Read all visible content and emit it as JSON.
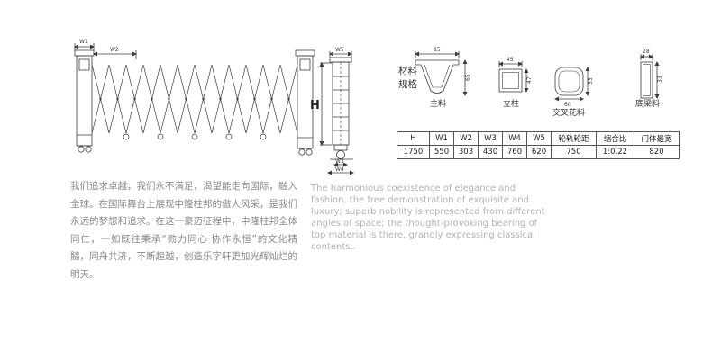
{
  "front_view": {
    "dim_w1": "W1",
    "dim_w2": "W2"
  },
  "side_view": {
    "dim_h": "H",
    "dim_w5": "W5",
    "dim_w3": "W3",
    "dim_w4": "W4"
  },
  "materials": {
    "section_title": "材料规格",
    "items": [
      {
        "label": "主料",
        "dim_top": "85",
        "dim_right": "65"
      },
      {
        "label": "立柱",
        "dim_top": "45",
        "dim_right": "47"
      },
      {
        "label": "交叉花料",
        "dim_bottom": "60",
        "dim_right": "53"
      },
      {
        "label": "底梁料",
        "dim_top": "28",
        "dim_right": "33"
      }
    ]
  },
  "spec_table": {
    "headers": [
      "H",
      "W1",
      "W2",
      "W3",
      "W4",
      "W5",
      "轮轨轮距",
      "缩合比",
      "门体最宽"
    ],
    "values": [
      "1750",
      "550",
      "303",
      "430",
      "760",
      "620",
      "750",
      "1:0.22",
      "820"
    ]
  },
  "copy": {
    "chinese": "我们追求卓越，我们永不满足，渴望能走向国际，融入全球。在国际舞台上展现中隆柱邦的傲人风采，是我们永远的梦想和追求。在这一豪迈征程中，中隆柱邦全体同仁，一如既往秉承“勠力同心 协作永恒”的文化精髓，同舟共济，不断超越，创造乐字轩更加光辉灿烂的明天。",
    "english": "The harmonious coexistence of elegance and fashion, the free demonstration of exquisite and luxury; superb nobility is represented from different angles of space; the thought-provoking bearing of top material is there, grandly expressing classical contents.."
  }
}
